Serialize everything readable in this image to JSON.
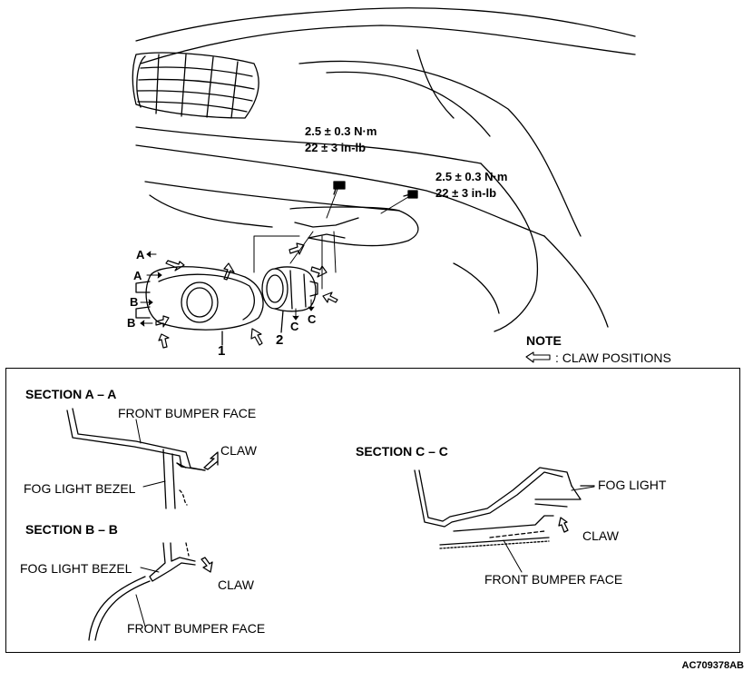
{
  "torque_top": {
    "nm": "2.5 ± 0.3 N·m",
    "inlb": "22 ± 3 in-lb"
  },
  "torque_right": {
    "nm": "2.5 ± 0.3 N·m",
    "inlb": "22 ± 3 in-lb"
  },
  "callouts": {
    "a1": "A",
    "a2": "A",
    "b1": "B",
    "b2": "B",
    "c1": "C",
    "c2": "C"
  },
  "part_numbers": {
    "bezel": "1",
    "fog_light": "2"
  },
  "note": {
    "title": "NOTE",
    "legend": ": CLAW POSITIONS"
  },
  "section_a": {
    "title": "SECTION A – A",
    "bumper": "FRONT BUMPER FACE",
    "claw": "CLAW",
    "bezel": "FOG LIGHT BEZEL"
  },
  "section_b": {
    "title": "SECTION B – B",
    "bezel": "FOG LIGHT BEZEL",
    "claw": "CLAW",
    "bumper": "FRONT BUMPER FACE"
  },
  "section_c": {
    "title": "SECTION C – C",
    "fog_light": "FOG LIGHT",
    "claw": "CLAW",
    "bumper": "FRONT BUMPER FACE"
  },
  "figure_id": "AC709378AB"
}
